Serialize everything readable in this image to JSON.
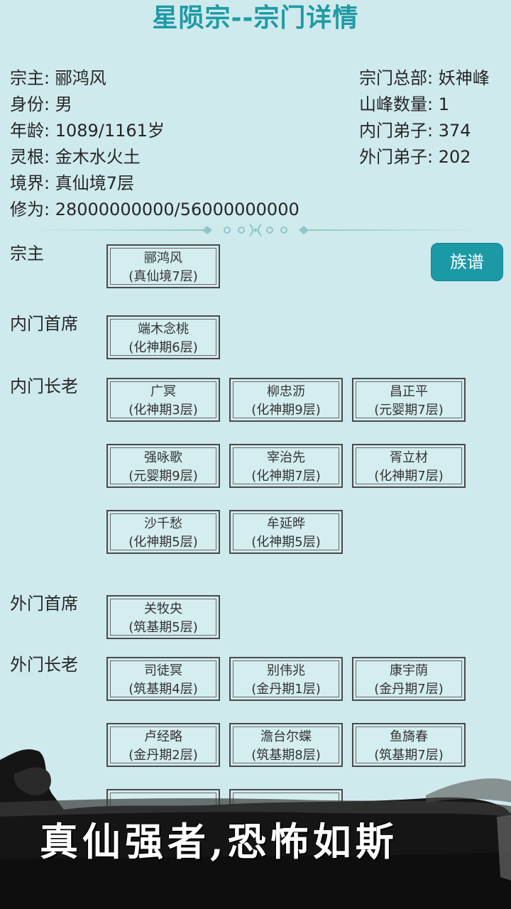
{
  "header": {
    "title": "星陨宗--宗门详情"
  },
  "leader_info": {
    "name_line": "宗主: 郦鸿风",
    "gender_line": "身份: 男",
    "age_line": "年龄: 1089/1161岁",
    "root_line": "灵根: 金木水火土",
    "realm_line": "境界: 真仙境7层",
    "cultivation_line": "修为: 28000000000/56000000000"
  },
  "sect_info": {
    "hq_line": "宗门总部: 妖神峰",
    "peaks_line": "山峰数量: 1",
    "inner_line": "内门弟子: 374",
    "outer_line": "外门弟子: 202"
  },
  "buttons": {
    "clan_label": "族谱"
  },
  "sections": {
    "leader": {
      "label": "宗主",
      "members": [
        {
          "name": "郦鸿风",
          "rank": "(真仙境7层)"
        }
      ]
    },
    "inner_chief": {
      "label": "内门首席",
      "members": [
        {
          "name": "端木念桃",
          "rank": "(化神期6层)"
        }
      ]
    },
    "inner_elders": {
      "label": "内门长老",
      "members": [
        {
          "name": "广冥",
          "rank": "(化神期3层)"
        },
        {
          "name": "柳忠沥",
          "rank": "(化神期9层)"
        },
        {
          "name": "昌正平",
          "rank": "(元婴期7层)"
        },
        {
          "name": "强咏歌",
          "rank": "(元婴期9层)"
        },
        {
          "name": "宰治先",
          "rank": "(化神期7层)"
        },
        {
          "name": "胥立材",
          "rank": "(化神期7层)"
        },
        {
          "name": "沙千愁",
          "rank": "(化神期5层)"
        },
        {
          "name": "牟延晔",
          "rank": "(化神期5层)"
        }
      ]
    },
    "outer_chief": {
      "label": "外门首席",
      "members": [
        {
          "name": "关牧央",
          "rank": "(筑基期5层)"
        }
      ]
    },
    "outer_elders": {
      "label": "外门长老",
      "members": [
        {
          "name": "司徒冥",
          "rank": "(筑基期4层)"
        },
        {
          "name": "别伟兆",
          "rank": "(金丹期1层)"
        },
        {
          "name": "康宇荫",
          "rank": "(金丹期7层)"
        },
        {
          "name": "卢经略",
          "rank": "(金丹期2层)"
        },
        {
          "name": "澹台尔蝶",
          "rank": "(筑基期8层)"
        },
        {
          "name": "鱼旖春",
          "rank": "(筑基期7层)"
        }
      ]
    }
  },
  "banner": {
    "slogan": "真仙强者,恐怖如斯"
  },
  "colors": {
    "accent": "#1f9aa6",
    "background": "#cfeaec",
    "button": "#1b9aa6"
  }
}
